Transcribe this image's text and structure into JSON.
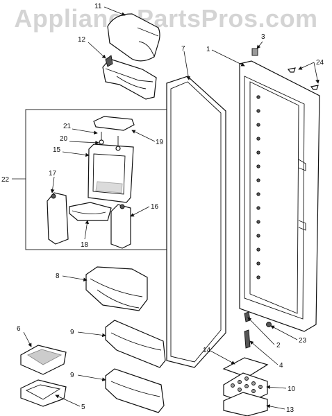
{
  "watermark": "AppliancePartsPros.com",
  "callouts": {
    "c1": "1",
    "c2": "2",
    "c3": "3",
    "c4": "4",
    "c5": "5",
    "c6": "6",
    "c7": "7",
    "c8": "8",
    "c9a": "9",
    "c9b": "9",
    "c10": "10",
    "c11": "11",
    "c12": "12",
    "c13": "13",
    "c14": "14",
    "c15": "15",
    "c16": "16",
    "c17": "17",
    "c18": "18",
    "c19": "19",
    "c20": "20",
    "c21": "21",
    "c22": "22",
    "c23": "23",
    "c24": "24"
  }
}
